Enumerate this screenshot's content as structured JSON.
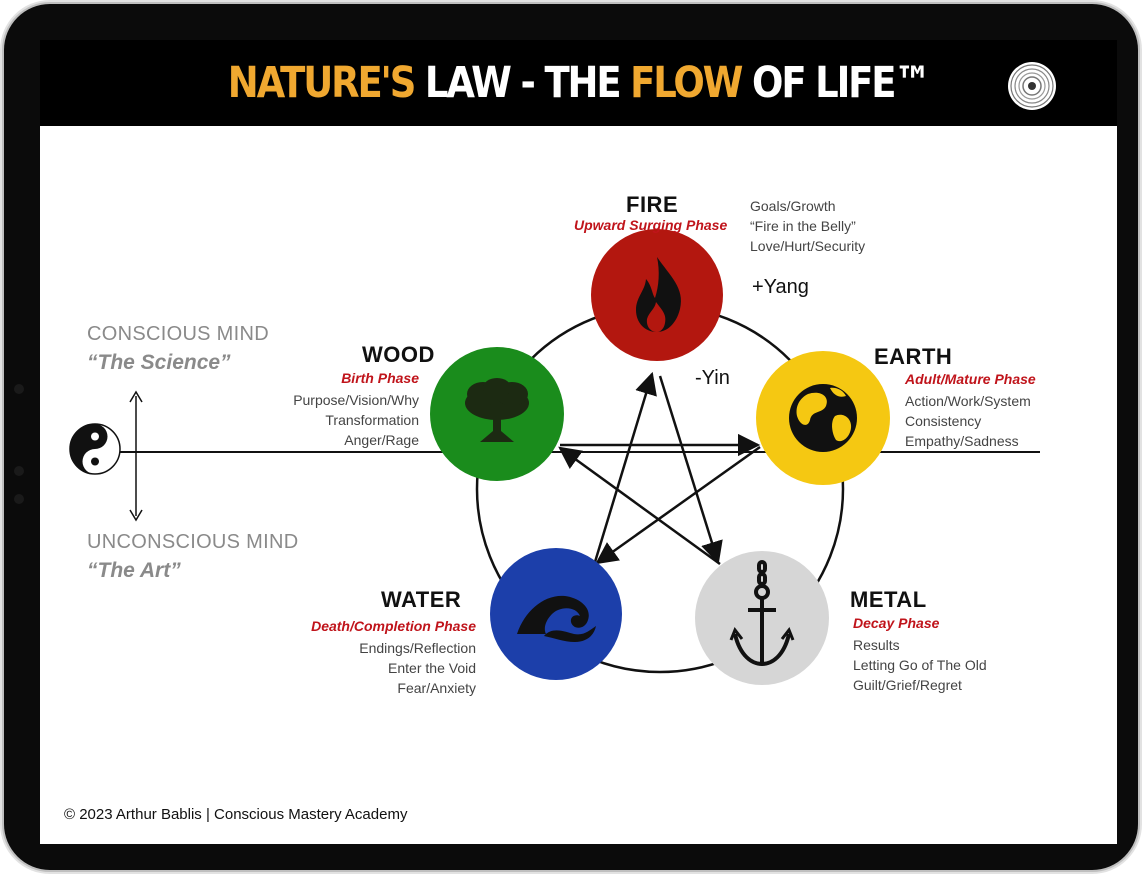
{
  "header": {
    "title_part1": "NATURE'S",
    "title_part2": " LAW - THE ",
    "title_part3": "FLOW",
    "title_part4": " OF LIFE™",
    "accent_color": "#f0a830",
    "icon": "cd-disc-icon"
  },
  "diagram": {
    "fire": {
      "title": "FIRE",
      "phase": "Upward Surging Phase",
      "desc": [
        "Goals/Growth",
        "“Fire in the Belly”",
        "Love/Hurt/Security"
      ],
      "color": "#b3170f",
      "icon": "flame-icon"
    },
    "wood": {
      "title": "WOOD",
      "phase": "Birth Phase",
      "desc": [
        "Purpose/Vision/Why",
        "Transformation",
        "Anger/Rage"
      ],
      "color": "#1a8c1c",
      "icon": "tree-icon"
    },
    "earth": {
      "title": "EARTH",
      "phase": "Adult/Mature Phase",
      "desc": [
        "Action/Work/System",
        "Consistency",
        "Empathy/Sadness"
      ],
      "color": "#f5c812",
      "icon": "globe-icon"
    },
    "water": {
      "title": "WATER",
      "phase": "Death/Completion Phase",
      "desc": [
        "Endings/Reflection",
        "Enter the Void",
        "Fear/Anxiety"
      ],
      "color": "#1c3faa",
      "icon": "wave-icon"
    },
    "metal": {
      "title": "METAL",
      "phase": "Decay Phase",
      "desc": [
        "Results",
        "Letting Go of The Old",
        "Guilt/Grief/Regret"
      ],
      "color": "#d6d6d6",
      "icon": "anchor-icon"
    },
    "yang": "+Yang",
    "yin": "-Yin",
    "conscious": {
      "title": "CONSCIOUS MIND",
      "sub": "“The Science”"
    },
    "unconscious": {
      "title": "UNCONSCIOUS MIND",
      "sub": "“The Art”"
    },
    "yin_yang_icon": "yin-yang-icon"
  },
  "footer": {
    "copyright": "© 2023 Arthur Bablis | Conscious Mastery Academy"
  }
}
